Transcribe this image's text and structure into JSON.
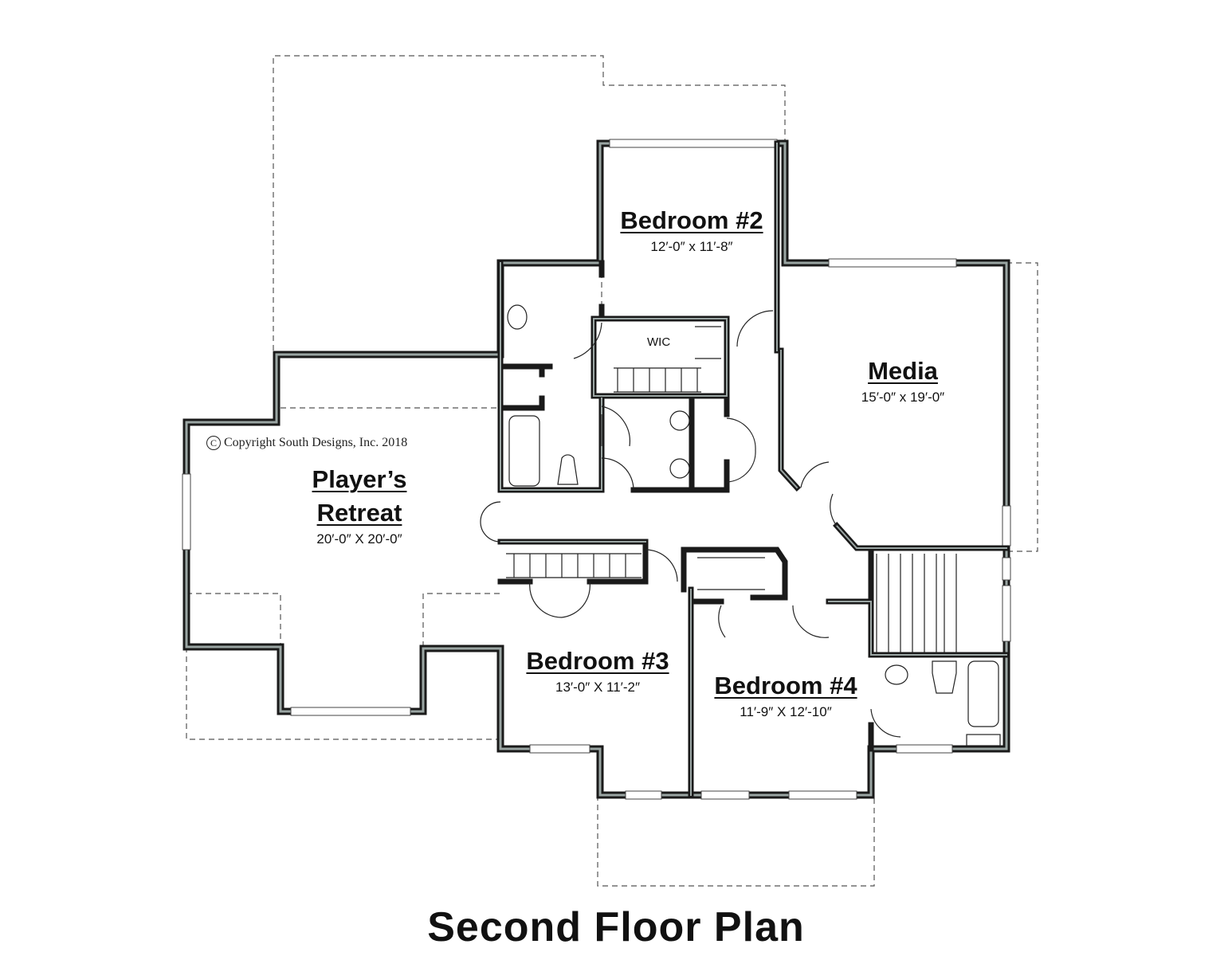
{
  "title": "Second Floor Plan",
  "copyright": "Copyright South Designs, Inc. 2018",
  "copyright_symbol": "C",
  "rooms": {
    "bedroom2": {
      "name": "Bedroom #2",
      "dims": "12′-0″ x 11′-8″"
    },
    "media": {
      "name": "Media",
      "dims": "15′-0″ x 19′-0″"
    },
    "players_retreat": {
      "name_line1": "Player’s",
      "name_line2": "Retreat",
      "dims": "20′-0″ X 20′-0″"
    },
    "bedroom3": {
      "name": "Bedroom #3",
      "dims": "13′-0″ X 11′-2″"
    },
    "bedroom4": {
      "name": "Bedroom #4",
      "dims": "11′-9″ X 12′-10″"
    },
    "wic": {
      "name": "WIC"
    }
  }
}
